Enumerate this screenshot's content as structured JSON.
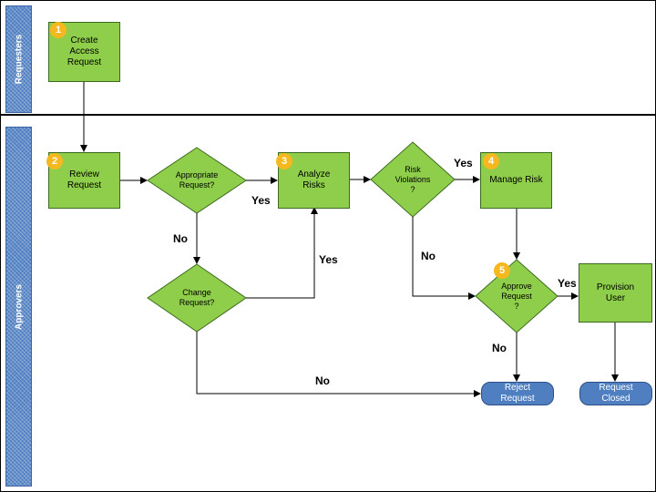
{
  "lanes": {
    "requesters": "Requesters",
    "approvers": "Approvers"
  },
  "nodes": {
    "create_access_request": "Create\nAccess\nRequest",
    "review_request": "Review\nRequest",
    "appropriate_request": "Appropriate\nRequest?",
    "analyze_risks": "Analyze\nRisks",
    "risk_violations": "Risk\nViolations\n?",
    "manage_risk": "Manage Risk",
    "change_request": "Change\nRequest?",
    "approve_request": "Approve\nRequest\n?",
    "provision_user": "Provision\nUser",
    "reject_request": "Reject\nRequest",
    "request_closed": "Request\nClosed"
  },
  "badges": [
    "1",
    "2",
    "3",
    "4",
    "5"
  ],
  "edge_labels": {
    "appropriate_yes": "Yes",
    "appropriate_no": "No",
    "change_yes": "Yes",
    "change_no": "No",
    "risk_yes": "Yes",
    "risk_no": "No",
    "approve_yes": "Yes",
    "approve_no": "No"
  },
  "colors": {
    "process_fill": "#8fce4b",
    "terminal_fill": "#4f7fc0",
    "lane_fill": "#4f7fc0",
    "badge_fill": "#f5b81e"
  }
}
